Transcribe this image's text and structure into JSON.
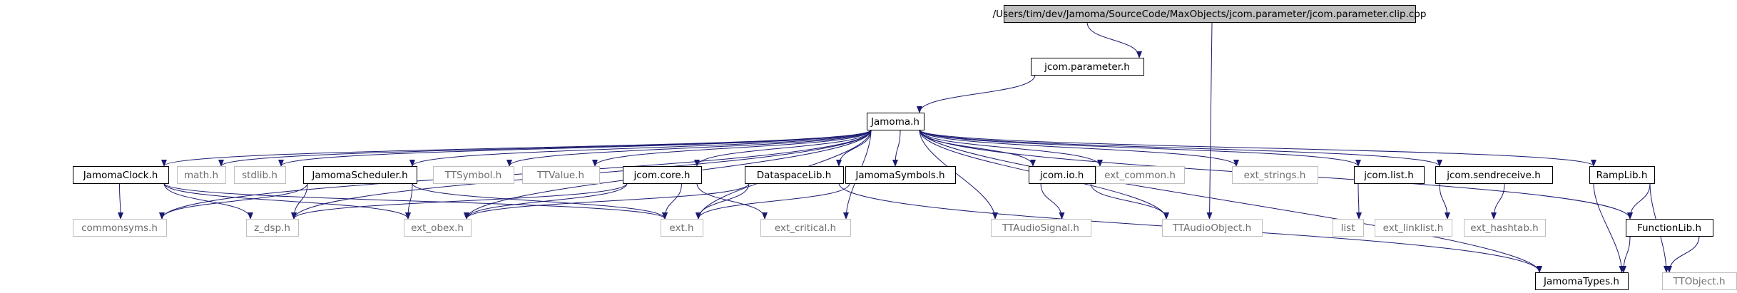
{
  "graph": {
    "edge_color": "#191970",
    "colors": {
      "root_fill": "#bfbfbf",
      "documented_border": "#000000",
      "external_border": "#bfbfbf",
      "external_text": "#6e6e6e"
    },
    "nodes": [
      {
        "id": "root",
        "label": "/Users/tim/dev/Jamoma/SourceCode/MaxObjects/jcom.parameter/jcom.parameter.clip.cpp",
        "kind": "root"
      },
      {
        "id": "param",
        "label": "jcom.parameter.h",
        "kind": "doc"
      },
      {
        "id": "jamoma",
        "label": "Jamoma.h",
        "kind": "doc"
      },
      {
        "id": "clock",
        "label": "JamomaClock.h",
        "kind": "doc"
      },
      {
        "id": "math",
        "label": "math.h",
        "kind": "ext"
      },
      {
        "id": "stdlib",
        "label": "stdlib.h",
        "kind": "ext"
      },
      {
        "id": "sched",
        "label": "JamomaScheduler.h",
        "kind": "doc"
      },
      {
        "id": "ttsym",
        "label": "TTSymbol.h",
        "kind": "ext"
      },
      {
        "id": "ttval",
        "label": "TTValue.h",
        "kind": "ext"
      },
      {
        "id": "core",
        "label": "jcom.core.h",
        "kind": "doc"
      },
      {
        "id": "dslib",
        "label": "DataspaceLib.h",
        "kind": "doc"
      },
      {
        "id": "jsyms",
        "label": "JamomaSymbols.h",
        "kind": "doc"
      },
      {
        "id": "io",
        "label": "jcom.io.h",
        "kind": "doc"
      },
      {
        "id": "extcommon",
        "label": "ext_common.h",
        "kind": "ext"
      },
      {
        "id": "extstrings",
        "label": "ext_strings.h",
        "kind": "ext"
      },
      {
        "id": "jlist",
        "label": "jcom.list.h",
        "kind": "doc"
      },
      {
        "id": "sendrecv",
        "label": "jcom.sendreceive.h",
        "kind": "doc"
      },
      {
        "id": "ramplib",
        "label": "RampLib.h",
        "kind": "doc"
      },
      {
        "id": "commonsyms",
        "label": "commonsyms.h",
        "kind": "ext"
      },
      {
        "id": "zdsp",
        "label": "z_dsp.h",
        "kind": "ext"
      },
      {
        "id": "extobex",
        "label": "ext_obex.h",
        "kind": "ext"
      },
      {
        "id": "exth",
        "label": "ext.h",
        "kind": "ext"
      },
      {
        "id": "extcrit",
        "label": "ext_critical.h",
        "kind": "ext"
      },
      {
        "id": "ttaudiosig",
        "label": "TTAudioSignal.h",
        "kind": "ext"
      },
      {
        "id": "ttaudioobj",
        "label": "TTAudioObject.h",
        "kind": "ext"
      },
      {
        "id": "list",
        "label": "list",
        "kind": "ext"
      },
      {
        "id": "extlinklist",
        "label": "ext_linklist.h",
        "kind": "ext"
      },
      {
        "id": "exthashtab",
        "label": "ext_hashtab.h",
        "kind": "ext"
      },
      {
        "id": "funclib",
        "label": "FunctionLib.h",
        "kind": "doc"
      },
      {
        "id": "jtypes",
        "label": "JamomaTypes.h",
        "kind": "doc"
      },
      {
        "id": "ttobject",
        "label": "TTObject.h",
        "kind": "ext"
      }
    ],
    "edges": [
      [
        "root",
        "param"
      ],
      [
        "root",
        "ttaudioobj"
      ],
      [
        "param",
        "jamoma"
      ],
      [
        "jamoma",
        "clock"
      ],
      [
        "jamoma",
        "math"
      ],
      [
        "jamoma",
        "stdlib"
      ],
      [
        "jamoma",
        "sched"
      ],
      [
        "jamoma",
        "ttsym"
      ],
      [
        "jamoma",
        "ttval"
      ],
      [
        "jamoma",
        "core"
      ],
      [
        "jamoma",
        "dslib"
      ],
      [
        "jamoma",
        "jsyms"
      ],
      [
        "jamoma",
        "io"
      ],
      [
        "jamoma",
        "extcommon"
      ],
      [
        "jamoma",
        "extstrings"
      ],
      [
        "jamoma",
        "jlist"
      ],
      [
        "jamoma",
        "sendrecv"
      ],
      [
        "jamoma",
        "ramplib"
      ],
      [
        "jamoma",
        "commonsyms"
      ],
      [
        "jamoma",
        "zdsp"
      ],
      [
        "jamoma",
        "extobex"
      ],
      [
        "jamoma",
        "exth"
      ],
      [
        "jamoma",
        "extcrit"
      ],
      [
        "jamoma",
        "ttaudiosig"
      ],
      [
        "jamoma",
        "ttaudioobj"
      ],
      [
        "jamoma",
        "jtypes"
      ],
      [
        "jamoma",
        "funclib"
      ],
      [
        "clock",
        "commonsyms"
      ],
      [
        "clock",
        "zdsp"
      ],
      [
        "clock",
        "extobex"
      ],
      [
        "clock",
        "exth"
      ],
      [
        "sched",
        "commonsyms"
      ],
      [
        "sched",
        "zdsp"
      ],
      [
        "sched",
        "extobex"
      ],
      [
        "sched",
        "exth"
      ],
      [
        "core",
        "zdsp"
      ],
      [
        "core",
        "extobex"
      ],
      [
        "core",
        "exth"
      ],
      [
        "core",
        "extcrit"
      ],
      [
        "dslib",
        "extobex"
      ],
      [
        "dslib",
        "exth"
      ],
      [
        "dslib",
        "jtypes"
      ],
      [
        "jsyms",
        "exth"
      ],
      [
        "io",
        "ttaudiosig"
      ],
      [
        "io",
        "ttaudioobj"
      ],
      [
        "jlist",
        "list"
      ],
      [
        "sendrecv",
        "extlinklist"
      ],
      [
        "sendrecv",
        "exthashtab"
      ],
      [
        "ramplib",
        "funclib"
      ],
      [
        "ramplib",
        "jtypes"
      ],
      [
        "ramplib",
        "ttobject"
      ],
      [
        "funclib",
        "jtypes"
      ],
      [
        "funclib",
        "ttobject"
      ]
    ]
  }
}
